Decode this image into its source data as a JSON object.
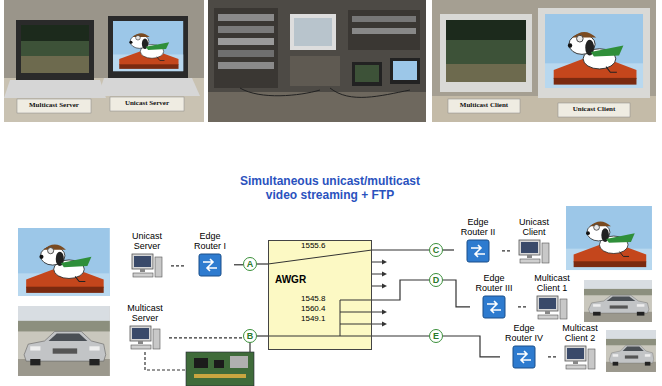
{
  "diagram": {
    "title": "Simultaneous unicast/multicast video streaming + FTP",
    "nodes": [
      {
        "text": [
          "Unicast Server"
        ]
      },
      {
        "text": [
          "Multicast Server"
        ]
      },
      {
        "text": [
          "Edge Router I"
        ]
      },
      {
        "text": [
          "A"
        ]
      },
      {
        "text": [
          "B"
        ]
      },
      {
        "text": [
          "AWGR",
          "1555.6",
          "1545.8",
          "1560.4",
          "1549.1"
        ]
      },
      {
        "text": [
          "C"
        ]
      },
      {
        "text": [
          "D"
        ]
      },
      {
        "text": [
          "E"
        ]
      },
      {
        "text": [
          "Edge Router II"
        ]
      },
      {
        "text": [
          "Unicast Client"
        ]
      },
      {
        "text": [
          "Edge Router III"
        ]
      },
      {
        "text": [
          "Multicast Client 1"
        ]
      },
      {
        "text": [
          "Edge Router IV"
        ]
      },
      {
        "text": [
          "Multicast Client 2"
        ]
      }
    ],
    "edges": [
      {
        "from": 0,
        "to": 2,
        "arrow": "none"
      },
      {
        "from": 2,
        "to": 3,
        "arrow": "none"
      },
      {
        "from": 3,
        "to": 5,
        "arrow": "none"
      },
      {
        "from": 1,
        "to": 4,
        "arrow": "none"
      },
      {
        "from": 4,
        "to": 5,
        "arrow": "none"
      },
      {
        "from": 5,
        "to": 6,
        "arrow": "none"
      },
      {
        "from": 6,
        "to": 9,
        "arrow": "none"
      },
      {
        "from": 9,
        "to": 10,
        "arrow": "none"
      },
      {
        "from": 5,
        "to": 7,
        "arrow": "none"
      },
      {
        "from": 7,
        "to": 11,
        "arrow": "none"
      },
      {
        "from": 11,
        "to": 12,
        "arrow": "none"
      },
      {
        "from": 5,
        "to": 8,
        "arrow": "none"
      },
      {
        "from": 8,
        "to": 13,
        "arrow": "none"
      },
      {
        "from": 13,
        "to": 14,
        "arrow": "none"
      }
    ],
    "labels": [
      "Multicast Server",
      "Unicast Server",
      "Multicast Client",
      "Unicast Client"
    ]
  }
}
